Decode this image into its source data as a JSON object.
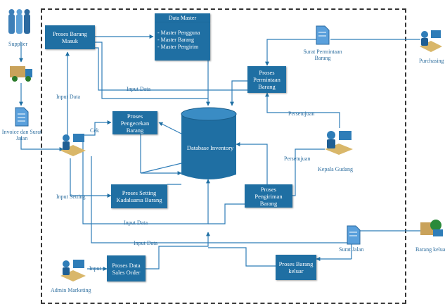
{
  "processes": {
    "barang_masuk": "Proses Barang Masuk",
    "pengecekan": "Proses Pengecekan Barang",
    "setting": "Proses Setting Kadaluarsa Barang",
    "permintaan": "Proses Permintaan Barang",
    "pengiriman": "Proses Pengiriman Barang",
    "sales_order": "Proses Data Sales Order",
    "barang_keluar": "Proses Barang keluar"
  },
  "data_master": {
    "title": "Data Master",
    "items": [
      "- Master Pengguna",
      "- Master Barang",
      "- Master Pengirim"
    ]
  },
  "database": "Database Inventory",
  "actors": {
    "supplier": "Supplier",
    "invoice": "Invoice dan Surat Jalan",
    "purchasing": "Purchasing",
    "surat_permintaan": "Surat Permintaan Barang",
    "kepala_gudang": "Kepala Gudang",
    "surat_jalan": "Surat Jalan",
    "barang_keluar": "Barang keluar",
    "admin_marketing": "Admin Marketing"
  },
  "flows": {
    "input_data_1": "Input Data",
    "input_data_2": "Input Data",
    "input_data_3": "Input Data",
    "input_data_4": "Input Data",
    "cek": "Cek",
    "input_setting": "Input Setting",
    "persetujuan_1": "Persetujuan",
    "persetujuan_2": "Persetujuan",
    "input": "Input"
  }
}
